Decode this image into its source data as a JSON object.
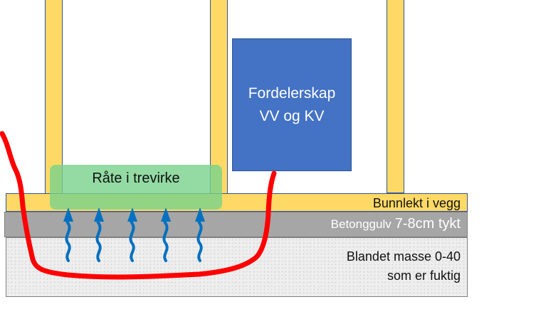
{
  "labels": {
    "cabinet_line1": "Fordelerskap",
    "cabinet_line2": "VV og KV",
    "rot": "Råte i trevirke",
    "bottom_plate": "Bunnlekt i vegg",
    "concrete_a": "Betonggulv",
    "concrete_b": "7-8cm tykt",
    "gravel_line1": "Blandet masse 0-40",
    "gravel_line2": "som er fuktig"
  },
  "colors": {
    "wood": "#ffd966",
    "cabinet": "#4472c4",
    "rot": "#92d050",
    "moisture": "#0070c0",
    "pipe": "#ff0000",
    "concrete": "#a6a6a6"
  }
}
